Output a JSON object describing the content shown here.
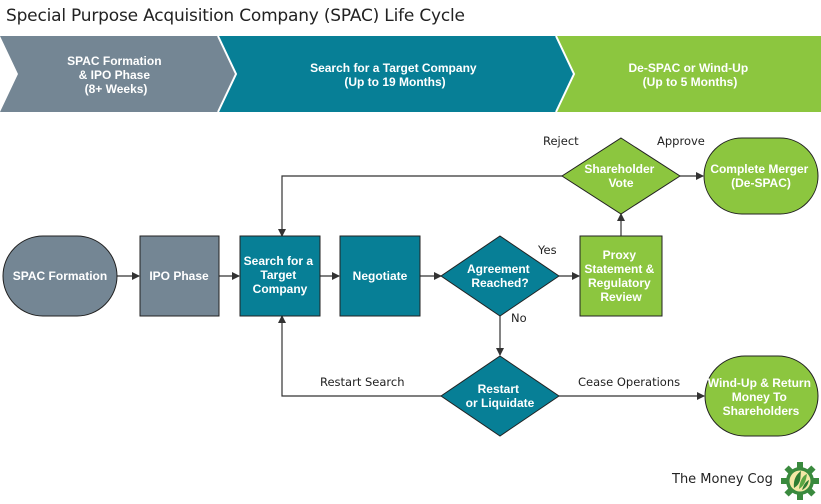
{
  "title": "Special Purpose Acquisition Company (SPAC) Life Cycle",
  "colors": {
    "slate": "#748694",
    "teal": "#077f96",
    "green": "#8cc63f",
    "line": "#333333"
  },
  "phases": [
    {
      "lines": [
        "SPAC Formation",
        "& IPO Phase",
        "(8+ Weeks)"
      ]
    },
    {
      "lines": [
        "Search for a Target Company",
        "(Up to 19 Months)"
      ]
    },
    {
      "lines": [
        "De-SPAC or Wind-Up",
        "(Up to 5 Months)"
      ]
    }
  ],
  "nodes": {
    "spac_formation": "SPAC Formation",
    "ipo_phase": "IPO Phase",
    "search": [
      "Search for a",
      "Target",
      "Company"
    ],
    "negotiate": "Negotiate",
    "agreement": [
      "Agreement",
      "Reached?"
    ],
    "proxy": [
      "Proxy",
      "Statement &",
      "Regulatory",
      "Review"
    ],
    "shareholder_vote": [
      "Shareholder",
      "Vote"
    ],
    "complete_merger": [
      "Complete Merger",
      "(De-SPAC)"
    ],
    "restart": [
      "Restart",
      "or Liquidate"
    ],
    "windup": [
      "Wind-Up & Return",
      "Money To",
      "Shareholders"
    ]
  },
  "edge_labels": {
    "yes": "Yes",
    "no": "No",
    "reject": "Reject",
    "approve": "Approve",
    "restart_search": "Restart Search",
    "cease_operations": "Cease Operations"
  },
  "brand": {
    "name": "The Money Cog",
    "icon": "gear-leaf-icon"
  }
}
